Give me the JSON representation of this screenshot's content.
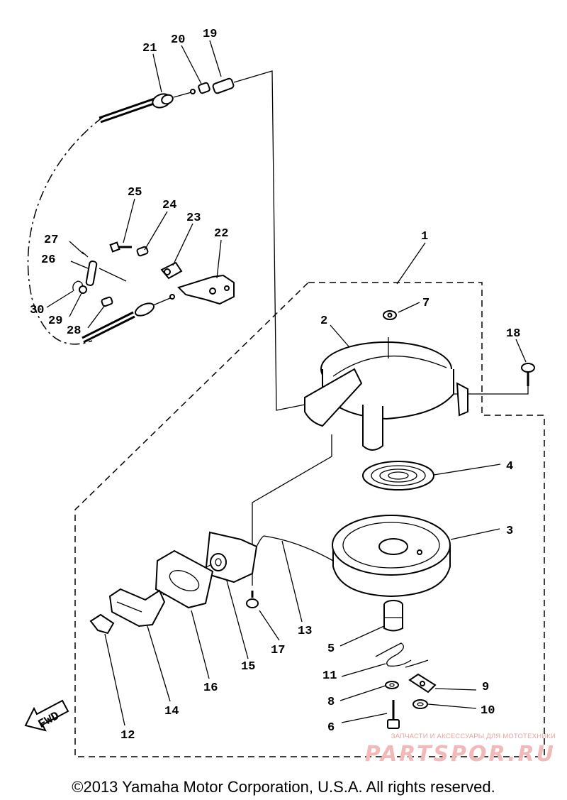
{
  "labels": {
    "p1": "1",
    "p2": "2",
    "p3": "3",
    "p4": "4",
    "p5": "5",
    "p6": "6",
    "p7": "7",
    "p8": "8",
    "p9": "9",
    "p10": "10",
    "p11": "11",
    "p12": "12",
    "p13": "13",
    "p14": "14",
    "p15": "15",
    "p16": "16",
    "p17": "17",
    "p18": "18",
    "p19": "19",
    "p20": "20",
    "p21": "21",
    "p22": "22",
    "p23": "23",
    "p24": "24",
    "p25": "25",
    "p26": "26",
    "p27": "27",
    "p28": "28",
    "p29": "29",
    "p30": "30"
  },
  "direction_arrow": {
    "text": "FWD"
  },
  "watermark": {
    "subtitle": "ЗАПЧАСТИ И АКСЕССУАРЫ ДЛЯ МОТОТЕХНИКИ",
    "logo": "PARTSPOR.RU"
  },
  "copyright": "©2013 Yamaha Motor Corporation, U.S.A. All rights reserved.",
  "colors": {
    "line": "#000000",
    "watermark": "#e9a2a2",
    "background": "#ffffff"
  }
}
